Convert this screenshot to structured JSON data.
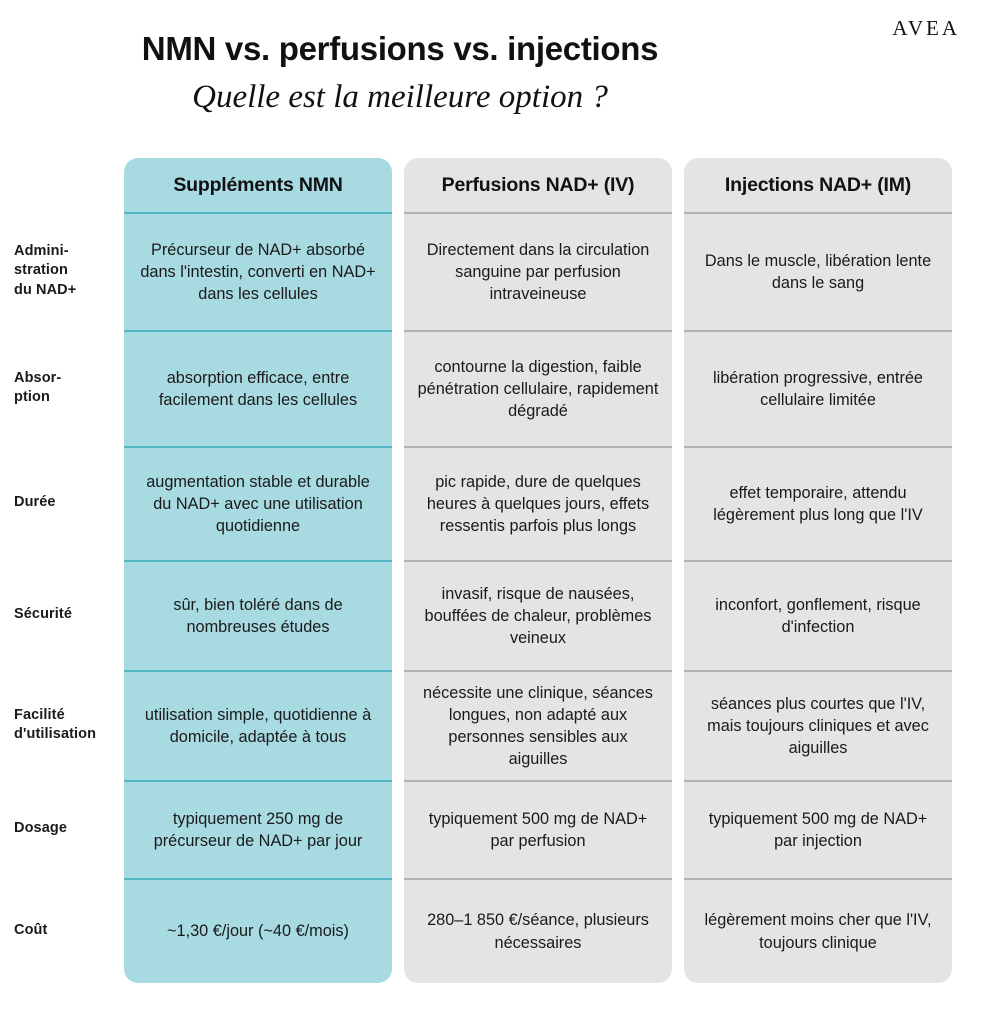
{
  "brand": {
    "logo_text": "AVEA"
  },
  "header": {
    "title": "NMN vs. perfusions vs. injections",
    "subtitle": "Quelle est la meilleure option ?"
  },
  "table": {
    "columns": [
      {
        "label": "Suppléments NMN",
        "accent": "#a8dae2",
        "highlight": true
      },
      {
        "label": "Perfusions NAD+ (IV)",
        "accent": "#e4e4e4",
        "highlight": false
      },
      {
        "label": "Injections NAD+ (IM)",
        "accent": "#e4e4e4",
        "highlight": false
      }
    ],
    "rows": [
      {
        "label": "Admini-\nstration\ndu NAD+",
        "height": 118,
        "cells": [
          "Précurseur de NAD+ absorbé dans l'intestin, converti en NAD+ dans les cellules",
          "Directement dans la circulation sanguine par perfusion intraveineuse",
          "Dans le muscle, libération lente dans le sang"
        ]
      },
      {
        "label": "Absor-\nption",
        "height": 116,
        "cells": [
          "absorption efficace, entre facilement dans les cellules",
          "contourne la digestion, faible pénétration cellulaire, rapidement dégradé",
          "libération progressive, entrée cellulaire limitée"
        ]
      },
      {
        "label": "Durée",
        "height": 114,
        "cells": [
          "augmentation stable et durable du NAD+ avec une utilisation quotidienne",
          "pic rapide, dure de quelques heures à quelques jours, effets ressentis parfois plus longs",
          "effet temporaire, attendu légèrement plus long que l'IV"
        ]
      },
      {
        "label": "Sécurité",
        "height": 110,
        "cells": [
          "sûr, bien toléré dans de nombreuses études",
          "invasif, risque de nausées, bouffées de chaleur, problèmes veineux",
          "inconfort, gonflement, risque d'infection"
        ]
      },
      {
        "label": "Facilité\nd'utilisation",
        "height": 110,
        "cells": [
          "utilisation simple, quotidienne à domicile, adaptée à tous",
          "nécessite une clinique, séances longues, non adapté aux personnes sensibles aux aiguilles",
          "séances plus courtes que l'IV, mais toujours cliniques et avec aiguilles"
        ]
      },
      {
        "label": "Dosage",
        "height": 98,
        "cells": [
          "typiquement 250 mg de précurseur de NAD+ par jour",
          "typiquement 500 mg de NAD+ par perfusion",
          "typiquement 500 mg de NAD+ par injection"
        ]
      },
      {
        "label": "Coût",
        "height": 105,
        "cells": [
          "~1,30 €/jour (~40 €/mois)",
          "280–1 850 €/séance, plusieurs nécessaires",
          "légèrement moins cher que l'IV, toujours clinique"
        ]
      }
    ]
  }
}
